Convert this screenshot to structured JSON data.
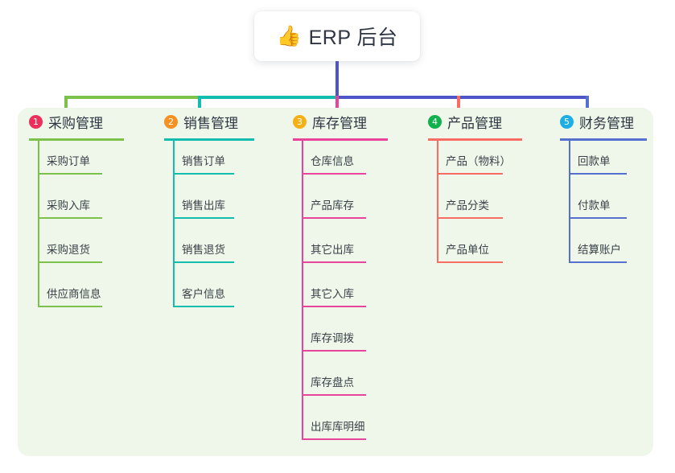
{
  "title": {
    "icon": "thumbs-up-icon",
    "emoji": "👍",
    "text": "ERP 后台"
  },
  "palette": {
    "canvas": "#ffffff",
    "panel": "#eef7e9",
    "title_text": "#2f3542",
    "stem": "#4d56c6",
    "bus_left": "#7cc24a",
    "bus_mid": "#12bdad",
    "bus_right": "#4d56c6"
  },
  "columns": [
    {
      "number": "1",
      "title": "采购管理",
      "badge_color": "#ed2f5b",
      "line_color": "#7cc24a",
      "connector_color": "#7cc24a",
      "items": [
        "采购订单",
        "采购入库",
        "采购退货",
        "供应商信息"
      ]
    },
    {
      "number": "2",
      "title": "销售管理",
      "badge_color": "#f59120",
      "line_color": "#12bdad",
      "connector_color": "#12bdad",
      "items": [
        "销售订单",
        "销售出库",
        "销售退货",
        "客户信息"
      ]
    },
    {
      "number": "3",
      "title": "库存管理",
      "badge_color": "#f5b016",
      "line_color": "#e8449b",
      "connector_color": "#e8449b",
      "items": [
        "仓库信息",
        "产品库存",
        "其它出库",
        "其它入库",
        "库存调拨",
        "库存盘点",
        "出库库明细"
      ]
    },
    {
      "number": "4",
      "title": "产品管理",
      "badge_color": "#11b14e",
      "line_color": "#f76c63",
      "connector_color": "#f76c63",
      "items": [
        "产品（物料）",
        "产品分类",
        "产品单位"
      ]
    },
    {
      "number": "5",
      "title": "财务管理",
      "badge_color": "#1eaee6",
      "line_color": "#5670cf",
      "connector_color": "#5670cf",
      "items": [
        "回款单",
        "付款单",
        "结算账户"
      ]
    }
  ]
}
